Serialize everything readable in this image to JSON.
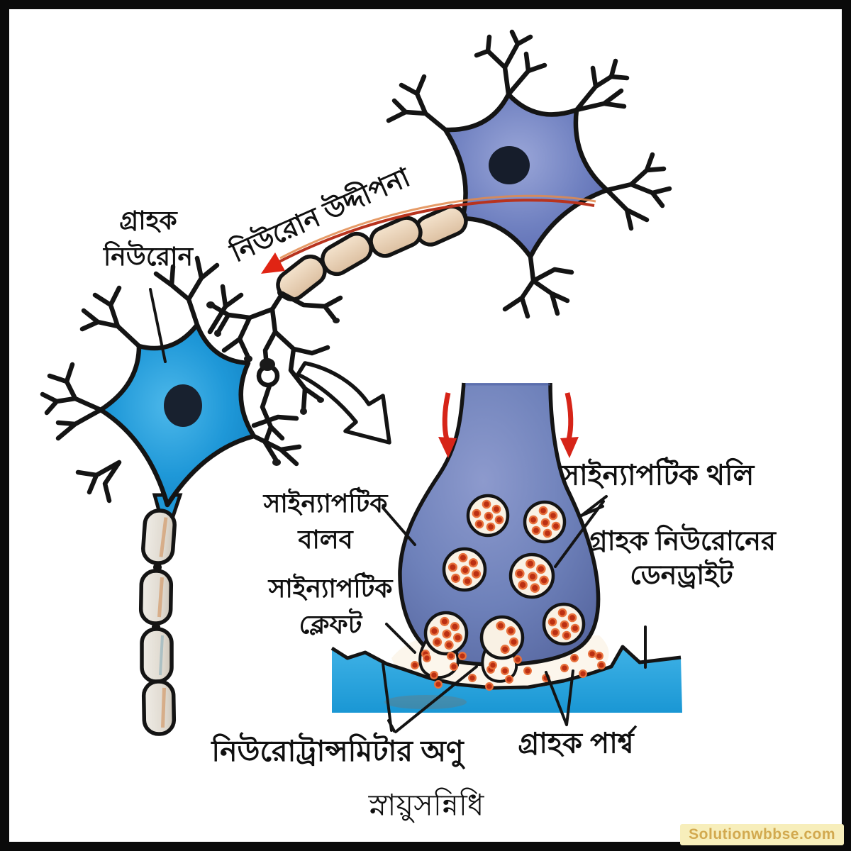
{
  "caption": "স্নায়ুসন্নিধি",
  "watermark": "Solutionwbbse.com",
  "labels": {
    "receptor_neuron": {
      "line1": "গ্রাহক",
      "line2": "নিউরোন"
    },
    "neuron_stimulus": "নিউরোন উদ্দীপনা",
    "synaptic_vesicle": "সাইন্যাপটিক থলি",
    "receptor_neuron_dendrite": {
      "line1": "গ্রাহক নিউরোনের",
      "line2": "ডেনড্রাইট"
    },
    "synaptic_bulb": {
      "line1": "সাইন্যাপটিক",
      "line2": "বালব"
    },
    "synaptic_cleft": {
      "line1": "সাইন্যাপটিক",
      "line2": "ক্লেফট"
    },
    "neurotransmitter_molecule": "নিউরোট্রান্সমিটার অণু",
    "receptor_side": "গ্রাহক পার্শ্ব"
  },
  "colors": {
    "presynaptic_neuron": "#6f80c0",
    "receptor_neuron": "#1f98d8",
    "myelin_sheath": "#ecd6bd",
    "synaptic_bulb": "#6e81ba",
    "postsynaptic_membrane": "#2aa6df",
    "vesicle_fill": "#f9f1e4",
    "neurotransmitter_dot": "#bb2f12",
    "neurotransmitter_halo": "#e8713c",
    "impulse_arrow": "#d62418",
    "outline": "#141414"
  }
}
